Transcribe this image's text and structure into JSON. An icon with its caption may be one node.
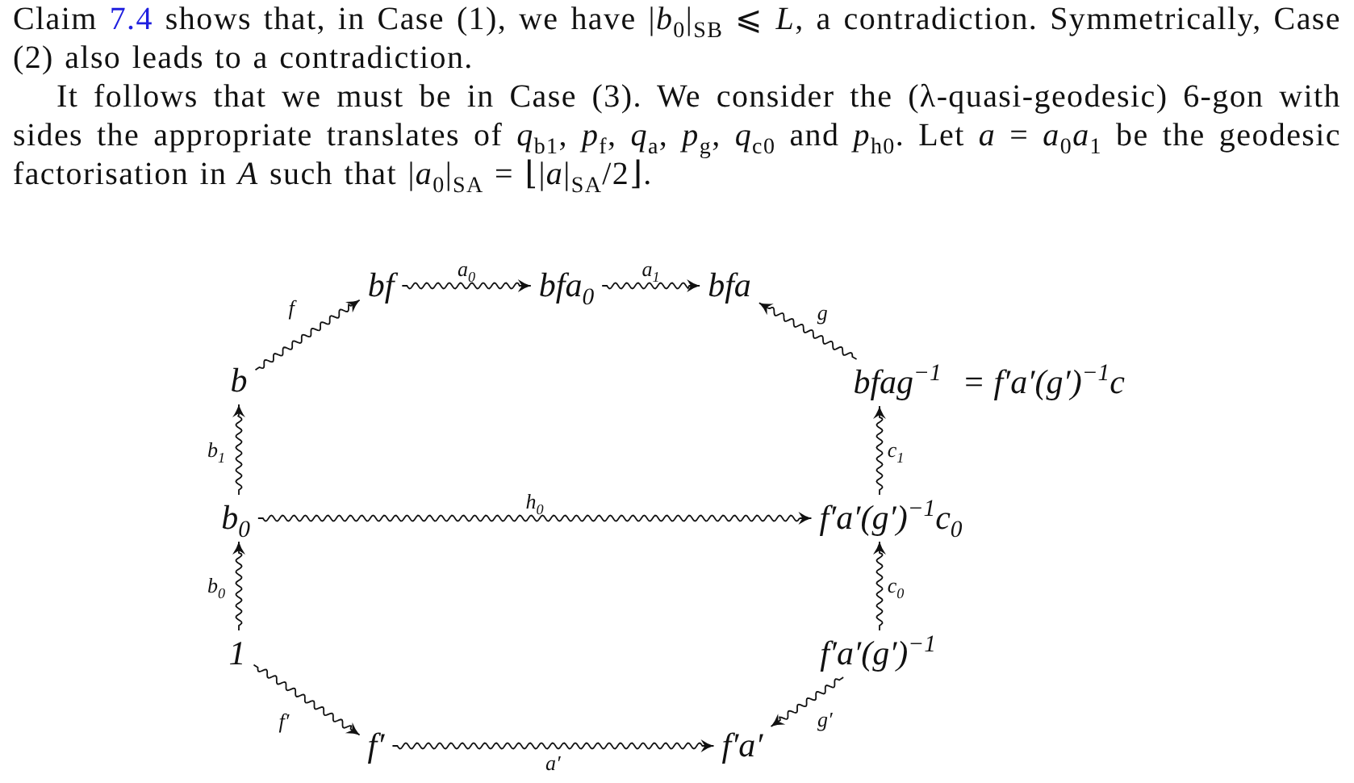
{
  "diagram": {
    "nodes": [
      {
        "text": [
          "b"
        ]
      },
      {
        "text": [
          "bf"
        ]
      },
      {
        "text": [
          "bfa$_{0}$"
        ]
      },
      {
        "text": [
          "bfa"
        ]
      },
      {
        "text": [
          "bfag$^{−1}$"
        ],
        "beside": [
          "= f′a′(g′)$^{−1}$c"
        ]
      },
      {
        "text": [
          "b$_{0}$"
        ]
      },
      {
        "text": [
          "f′a′(g′)$^{−1}$c$_{0}$"
        ]
      },
      {
        "text": [
          "1"
        ]
      },
      {
        "text": [
          "f′a′(g′)$^{−1}$"
        ]
      },
      {
        "text": [
          "f′"
        ]
      },
      {
        "text": [
          "f′a′"
        ]
      }
    ],
    "edges": [
      {
        "from": 0,
        "to": 1,
        "arrow": "to",
        "label": "f"
      },
      {
        "from": 1,
        "to": 2,
        "arrow": "to",
        "label": "a$_{0}$"
      },
      {
        "from": 2,
        "to": 3,
        "arrow": "to",
        "label": "a$_{1}$"
      },
      {
        "from": 4,
        "to": 3,
        "arrow": "to",
        "label": "g"
      },
      {
        "from": 5,
        "to": 0,
        "arrow": "to",
        "label": "b$_{1}$"
      },
      {
        "from": 6,
        "to": 4,
        "arrow": "to",
        "label": "c$_{1}$"
      },
      {
        "from": 5,
        "to": 6,
        "arrow": "to",
        "label": "h$_{0}$"
      },
      {
        "from": 7,
        "to": 5,
        "arrow": "to",
        "label": "b$_{0}$"
      },
      {
        "from": 8,
        "to": 6,
        "arrow": "to",
        "label": "c$_{0}$"
      },
      {
        "from": 7,
        "to": 9,
        "arrow": "to",
        "label": "f′"
      },
      {
        "from": 9,
        "to": 10,
        "arrow": "to",
        "label": "a′"
      },
      {
        "from": 8,
        "to": 10,
        "arrow": "to",
        "label": "g′"
      }
    ],
    "labels": [
      "Claim",
      "7.4",
      "shows that, in Case (1), we have |*b*$_{0}$|$_{SB}$ ⩽ *L*, a contradiction. Symmetrically, Case (2) also leads to a contradiction.",
      "It follows that we must be in Case (3). We consider the (λ-quasi-geodesic) 6-gon with sides the appropriate translates of *q*$_{b1}$, *p*$_{f}$, *q*$_{a}$, *p*$_{g}$, *q*$_{c0}$ and *p*$_{h0}$. Let *a* = *a*$_{0}$*a*$_{1}$ be the geodesic factorisation in *A* such that |*a*$_{0}$|$_{SA}$ = ⌊|*a*|$_{SA}$/2⌋."
    ]
  }
}
